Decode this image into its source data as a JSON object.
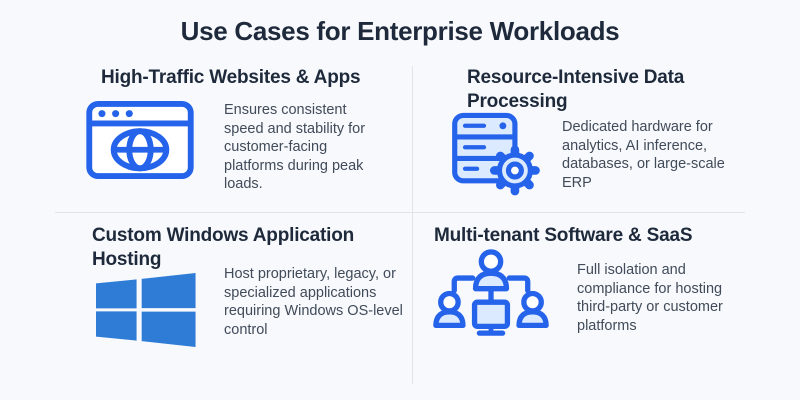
{
  "page": {
    "title": "Use Cases for Enterprise Workloads",
    "colors": {
      "accent": "#2563eb",
      "icon_fill": "#dbeafe",
      "windows_blue": "#2e7cd6",
      "heading": "#1e2a3b",
      "body": "#414b59",
      "background": "#f7f9fc",
      "divider": "#dfe3ea"
    }
  },
  "quadrants": [
    {
      "id": "high-traffic-websites",
      "icon": "browser-globe-icon",
      "heading": "High-Traffic Websites & Apps",
      "description": "Ensures consistent speed and stability for customer-facing platforms during peak loads."
    },
    {
      "id": "data-processing",
      "icon": "server-gear-icon",
      "heading": "Resource-Intensive Data Processing",
      "description": "Dedicated hardware for analytics, AI inference, databases, or large-scale ERP"
    },
    {
      "id": "windows-hosting",
      "icon": "windows-logo-icon",
      "heading": "Custom Windows Application Hosting",
      "description": "Host proprietary, legacy, or specialized applications requiring Windows OS-level control"
    },
    {
      "id": "multi-tenant-saas",
      "icon": "people-network-icon",
      "heading": "Multi-tenant Software & SaaS",
      "description": "Full isolation and compliance for hosting third-party or customer platforms"
    }
  ]
}
